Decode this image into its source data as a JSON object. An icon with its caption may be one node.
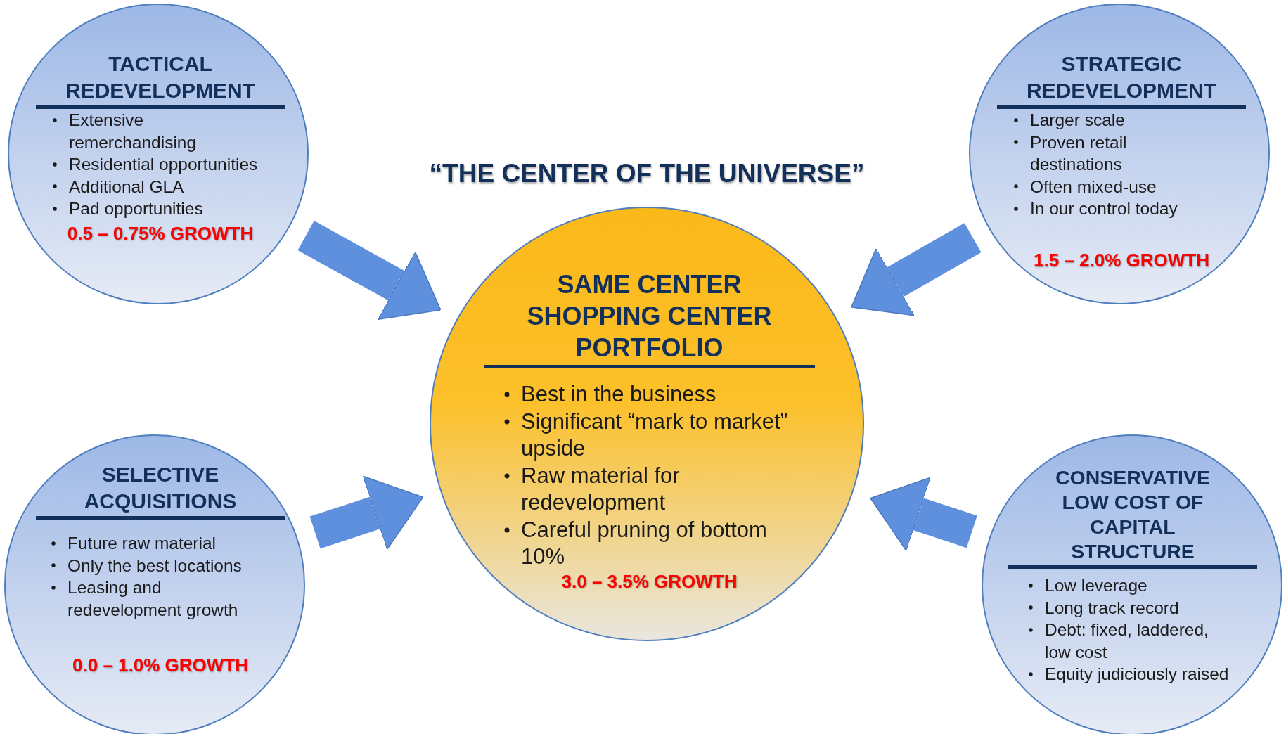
{
  "diagram": {
    "title": "“THE CENTER OF THE UNIVERSE”",
    "nodes": [
      {
        "text": [
          "TACTICAL REDEVELOPMENT",
          "Extensive remerchandising",
          "Residential opportunities",
          "Additional GLA",
          "Pad opportunities",
          "0.5 – 0.75% GROWTH"
        ]
      },
      {
        "text": [
          "STRATEGIC REDEVELOPMENT",
          "Larger scale",
          "Proven retail destinations",
          "Often mixed-use",
          "In our control today",
          "1.5 – 2.0% GROWTH"
        ]
      },
      {
        "text": [
          "SAME CENTER SHOPPING CENTER PORTFOLIO",
          "Best in the business",
          "Significant “mark to market” upside",
          "Raw material for redevelopment",
          "Careful pruning of bottom 10%",
          "3.0 – 3.5% GROWTH"
        ]
      },
      {
        "text": [
          "SELECTIVE ACQUISITIONS",
          "Future raw material",
          "Only the best locations",
          "Leasing and redevelopment growth",
          "0.0 – 1.0% GROWTH"
        ]
      },
      {
        "text": [
          "CONSERVATIVE LOW COST OF CAPITAL STRUCTURE",
          "Low leverage",
          "Long track record",
          "Debt: fixed, laddered, low cost",
          "Equity judiciously raised"
        ]
      }
    ],
    "edges": [
      {
        "from": 0,
        "to": 2,
        "arrow": "to"
      },
      {
        "from": 1,
        "to": 2,
        "arrow": "to"
      },
      {
        "from": 3,
        "to": 2,
        "arrow": "to"
      },
      {
        "from": 4,
        "to": 2,
        "arrow": "to"
      }
    ]
  }
}
